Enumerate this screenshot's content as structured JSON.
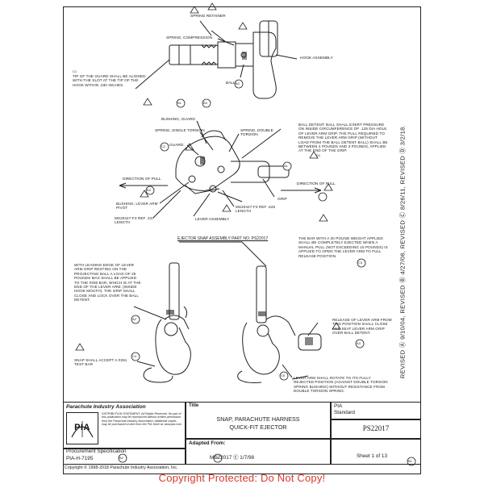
{
  "drawing": {
    "labels": {
      "spring_retainer": "SPRING RETAINER",
      "spring_compression": "SPRING, COMPRESSION",
      "hook_assembly": "HOOK ASSEMBLY",
      "ball": "BALL",
      "c1_note": "TIP OF THE GUARD SHALL BE ALIGNED WITH THE SLOT AT THE TIP OF THE HOOK WITHIN .030 INCHES.",
      "bushing_guard": "BUSHING, GUARD",
      "spring_single_torsion": "SPRING, SINGLE TORSION",
      "guard": "GUARD",
      "spring_double_torsion": "SPRING, DOUBLE TORSION",
      "ball_detent_note": "BALL DETENT: BALL SHALL EXERT PRESSURE ON INSIDE CIRCUMFERENCE OF .125 DIA HOLE OF LEVER ARM GRIP. THE PULL REQUIRED TO REMOVE THE LEVER ARM GRIP (WITHOUT LOAD FROM THE BALL DETENT BALL) SHALL BE BETWEEN 4 POUNDS AND 3 POUNDS, APPLIED AT THE END OF THE GRIP.",
      "direction_of_pull_left": "DIRECTION OF PULL",
      "direction_of_pull_right": "DIRECTION OF PULL",
      "grip": "GRIP",
      "bushing_lever_arm_pivot": "BUSHING, LEVER ARM PIVOT",
      "ms20427_f3_625": "MS20427-F3 REF .625 LENGTH",
      "ms20427_f3_437": "MS20427-F3 REF .437 LENGTH",
      "lever_assembly": "LEVER ASSEMBLY",
      "ejector_title": "EJECTOR SNAP ASSEMBLY PART NO. PS22017",
      "bar_note": "THE BAR WITH A 20 POUND WEIGHT APPLIED SHALL BE COMPLETELY EJECTED WHEN A MANUAL PULL (NOT EXCEEDING 15 POUNDS) IS APPLIED TO OPEN THE LEVER ARM TO FULL RELEASE POSITION.",
      "leading_edge_note": "WITH LEADING EDGE OF LEVER ARM GRIP RESTING ON THE PROJECTING BALL A LOAD OF 25 POUNDS MAX SHALL BE APPLIED TO THE #280 BAR, WHICH IS AT THE END OF THE LEVER ARM. (INSIDE HOOK MOUTH). THE GRIP SHALL CLOSE AND LOCK OVER THE BALL DETENT.",
      "release_note": "RELEASE OF LEVER ARM FROM THIS POSITION SHALL CLOSE AND SEAT LEVER ARM GRIP OVER BALL DETENT.",
      "test_bar_note": "SNAP SHALL ACCEPT A #281 TEST BAR",
      "rotate_note": "LEVER ARM SHALL ROTATE TO ITS FULLY REJECTED POSITION (AGAINST DOUBLE TORSION SPRING BUSHING) WITHOUT RESISTANCE FROM DOUBLE TORSION SPRING."
    },
    "callouts": {
      "c1": "C1",
      "b1": "B1",
      "b2": "B2",
      "b3": "B3",
      "c2": "C2",
      "a1": "A1",
      "b4": "B4",
      "c3": "C3",
      "a2": "A2",
      "a3": "A3",
      "c4": "C4",
      "c5": "C5",
      "d1": "D1"
    },
    "revised": "REVISED Ⓐ 9/10/04, REVISED Ⓑ 4/27/06, REVISED Ⓒ 8/26/11, REVISED Ⓓ 3/2/18."
  },
  "title_block": {
    "org_name": "Parachute Industry Association",
    "org_notice": "DISTRIBUTION STATEMENT: All Rights Reserved. No part of this publication may be reproduced without written permission from the Parachute Industry Association. Additional copies may be purchased on-line from the PIA Store at: www.pia.com",
    "logo_text": "PIA",
    "title_label": "Title",
    "title_line1": "SNAP, PARACHUTE HARNESS",
    "title_line2": "QUICK-FIT EJECTOR",
    "standard_org": "PIA",
    "standard_label": "Standard",
    "std_number": "PS22017",
    "procurement_label": "Procurement Specification",
    "procurement_value": "PIA-H-7195",
    "procurement_callout": "B2",
    "adapted_label": "Adapted From:",
    "adapted_value": "MS22017 Ⓒ 1/7/98",
    "adapted_callout": "C1",
    "sheet": "Sheet 1 of 13",
    "sheet_callout": "B1",
    "copyright": "Copyright © 1998-2018 Parachute Industry Association, Inc."
  },
  "watermark": "Copyright Protected: Do Not Copy!"
}
